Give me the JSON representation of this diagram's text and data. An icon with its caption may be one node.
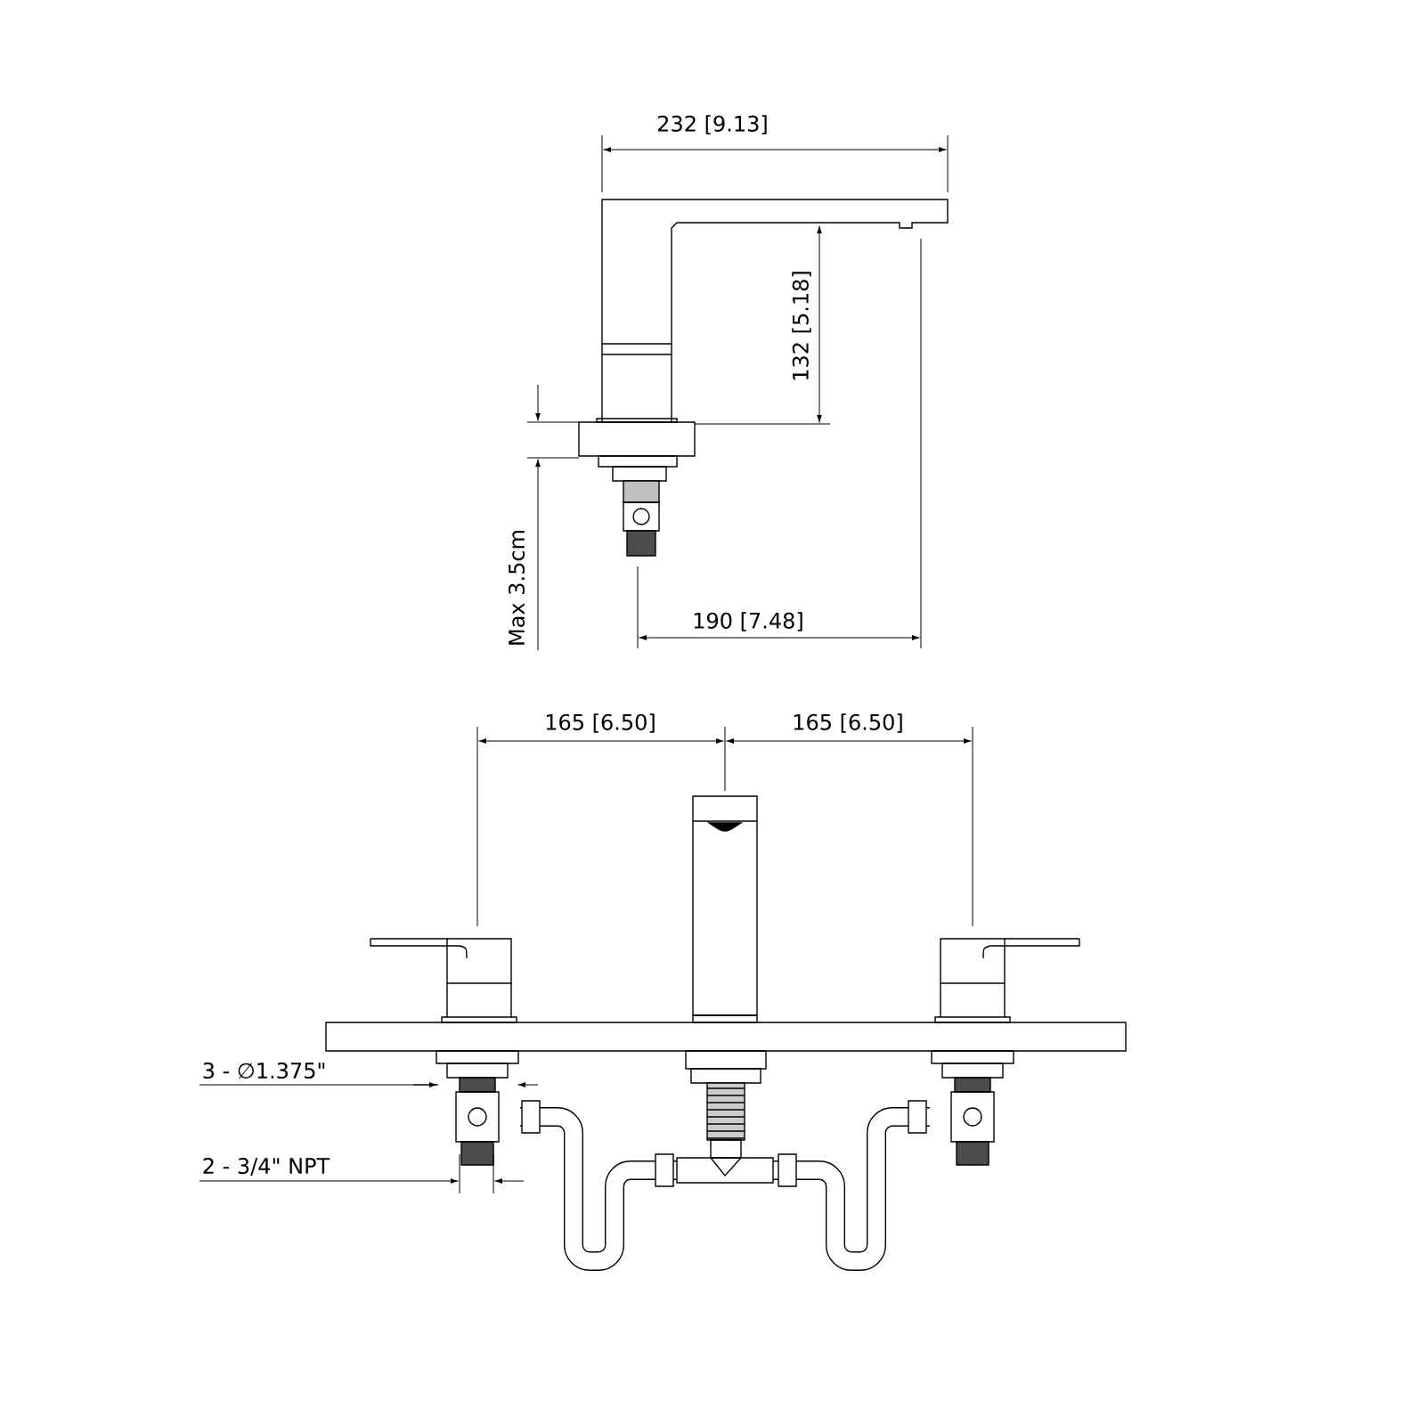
{
  "diagram": {
    "labels": [
      "232 [9.13]",
      "132 [5.18]",
      "Max 3.5cm",
      "190 [7.48]",
      "165 [6.50]",
      "165 [6.50]",
      "3 - ∅1.375\"",
      "2 - 3/4\" NPT"
    ]
  }
}
